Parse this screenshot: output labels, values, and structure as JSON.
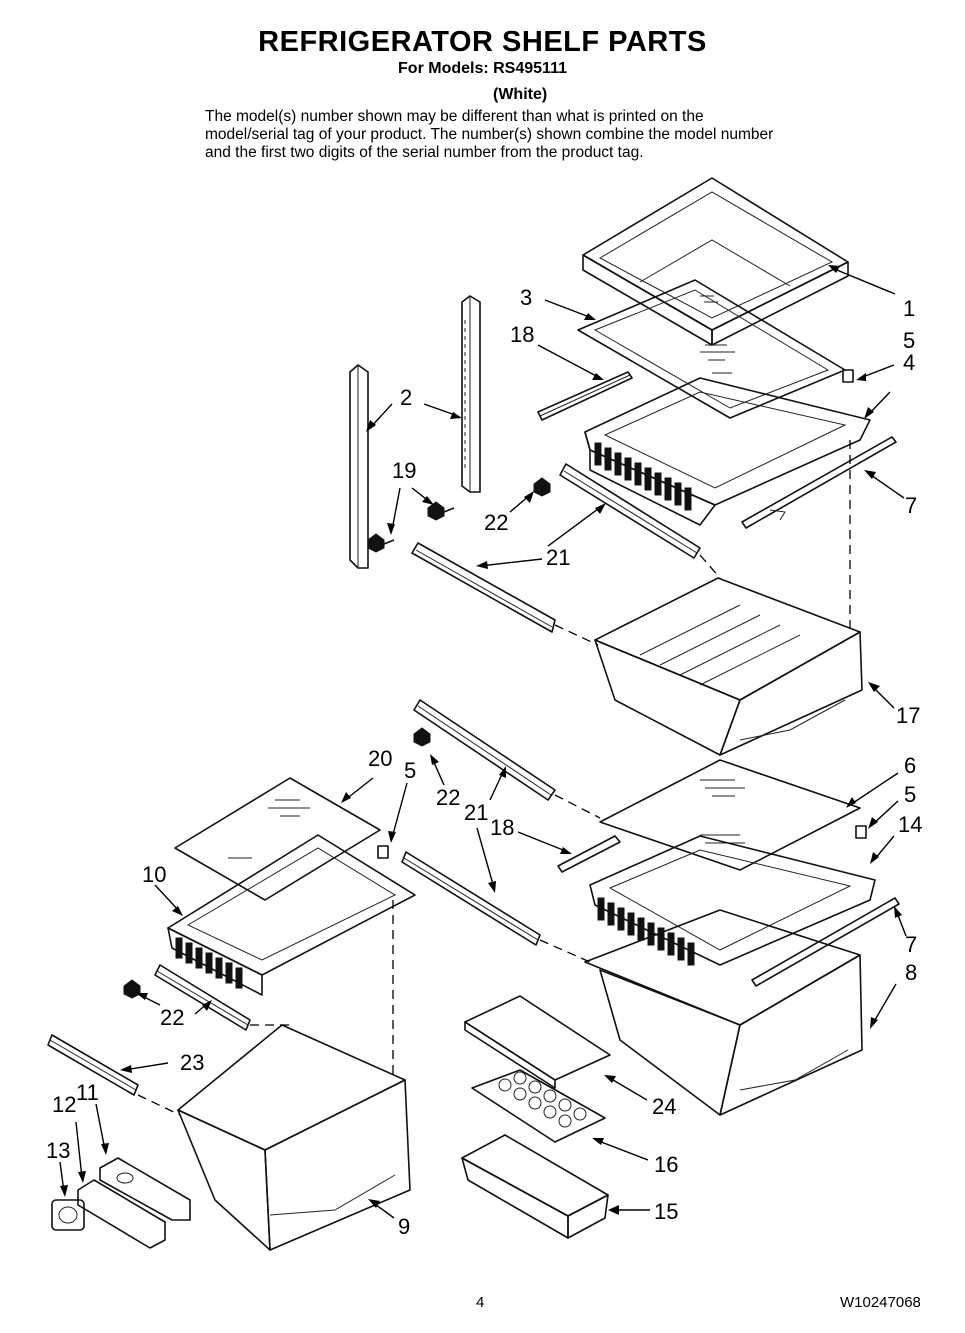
{
  "header": {
    "title": "REFRIGERATOR SHELF PARTS",
    "models_line": "For Models: RS495111",
    "variant": "(White)",
    "disclaimer": "The model(s) number shown may be different than what is printed on the model/serial tag of your product. The number(s) shown combine the model number and the first two digits of the serial number from the product tag."
  },
  "callouts": [
    "1",
    "5",
    "4",
    "3",
    "18",
    "2",
    "19",
    "22",
    "21",
    "7",
    "17",
    "20",
    "5",
    "6",
    "22",
    "21",
    "18",
    "5",
    "14",
    "10",
    "7",
    "8",
    "22",
    "23",
    "12",
    "11",
    "24",
    "13",
    "16",
    "15",
    "9"
  ],
  "footer": {
    "page_number": "4",
    "document_number": "W10247068"
  }
}
